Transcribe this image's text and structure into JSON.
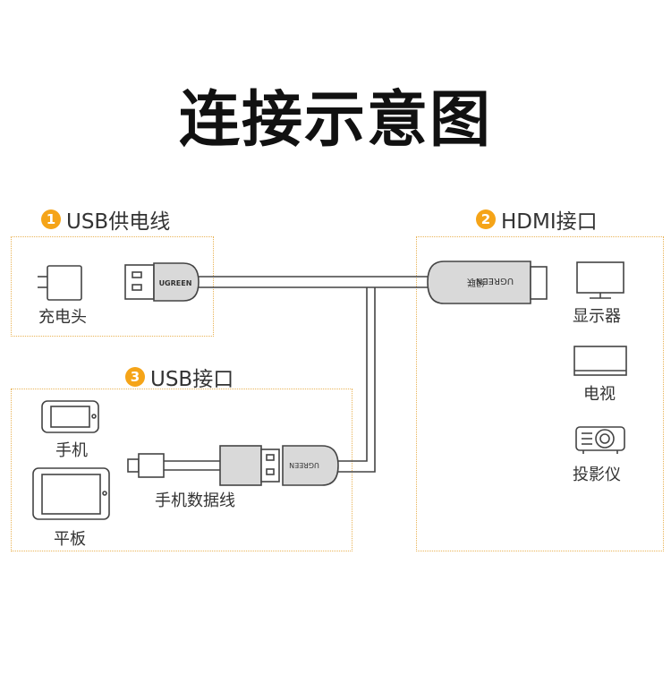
{
  "title": "连接示意图",
  "sections": [
    {
      "num": "1",
      "label": "USB供电线"
    },
    {
      "num": "2",
      "label": "HDMI接口"
    },
    {
      "num": "3",
      "label": "USB接口"
    }
  ],
  "devices": {
    "charger": "充电头",
    "phone": "手机",
    "tablet": "平板",
    "cable": "手机数据线",
    "monitor": "显示器",
    "tv": "电视",
    "projector": "投影仪"
  },
  "brand": "UGREEN",
  "brand_cn": "绿联",
  "colors": {
    "accent": "#f5a418",
    "box_border": "#e9b356",
    "stroke": "#444444",
    "connector": "#d9d9d9"
  }
}
